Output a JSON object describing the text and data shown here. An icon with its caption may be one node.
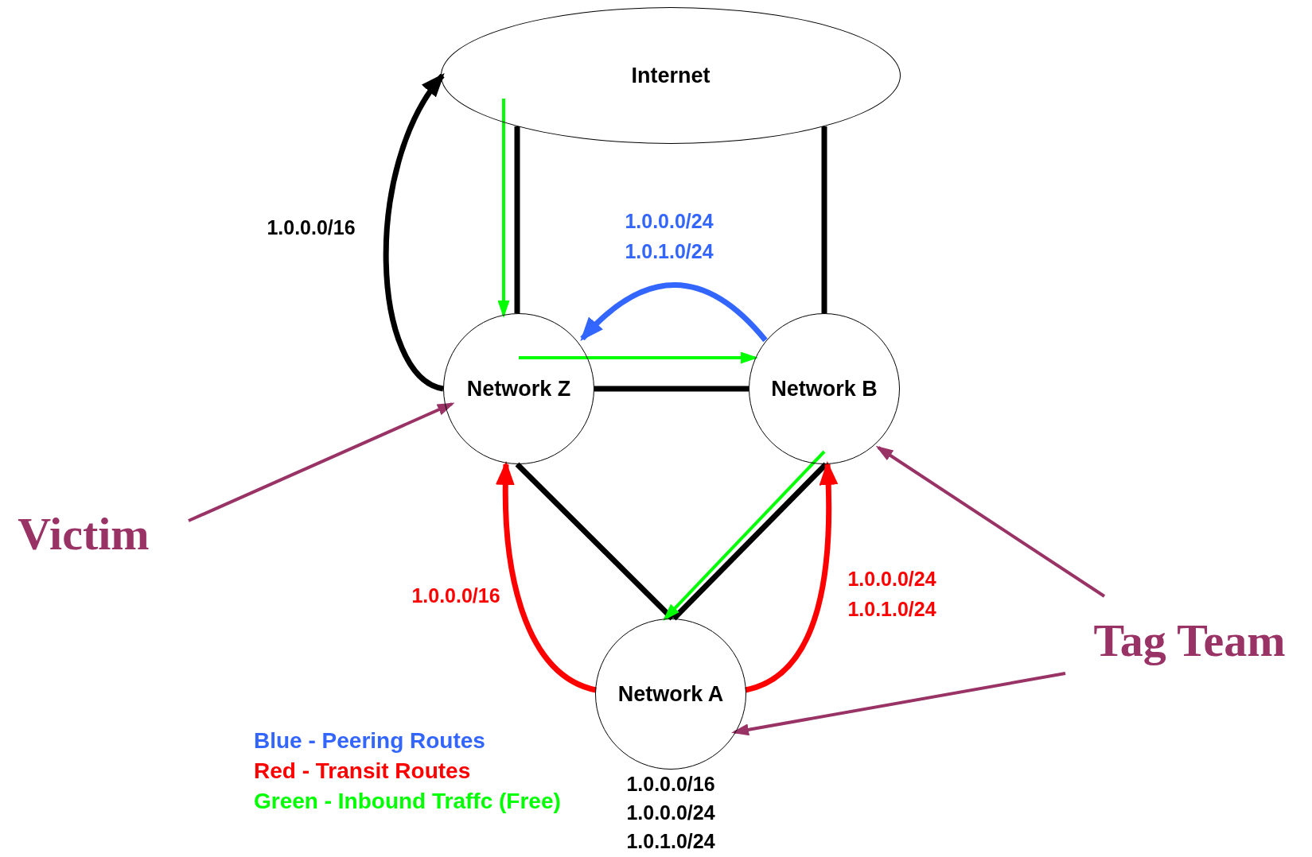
{
  "diagram": {
    "nodes": [
      {
        "text": [
          "Internet"
        ]
      },
      {
        "text": [
          "Network Z"
        ]
      },
      {
        "text": [
          "Network B"
        ]
      },
      {
        "text": [
          "Network A"
        ],
        "beside": [
          "1.0.0.0/16",
          "1.0.0.0/24",
          "1.0.1.0/24"
        ]
      },
      {
        "text": [
          "Victim"
        ]
      },
      {
        "text": [
          "Tag Team"
        ]
      }
    ],
    "edges": [
      {
        "from": 0,
        "to": 1,
        "arrow": "none"
      },
      {
        "from": 0,
        "to": 2,
        "arrow": "none"
      },
      {
        "from": 1,
        "to": 2,
        "arrow": "none"
      },
      {
        "from": 1,
        "to": 3,
        "arrow": "none"
      },
      {
        "from": 2,
        "to": 3,
        "arrow": "none"
      },
      {
        "from": 1,
        "to": 0,
        "arrow": "to",
        "label": "1.0.0.0/16"
      },
      {
        "from": 2,
        "to": 1,
        "arrow": "to",
        "color": "#3366ff",
        "label": "1.0.0.0/24 1.0.1.0/24"
      },
      {
        "from": 3,
        "to": 1,
        "arrow": "to",
        "color": "#ff0000",
        "label": "1.0.0.0/16"
      },
      {
        "from": 3,
        "to": 2,
        "arrow": "to",
        "color": "#ff0000",
        "label": "1.0.0.0/24 1.0.1.0/24"
      },
      {
        "from": 0,
        "to": 1,
        "arrow": "to",
        "color": "#00ff00"
      },
      {
        "from": 1,
        "to": 2,
        "arrow": "to",
        "color": "#00ff00"
      },
      {
        "from": 2,
        "to": 3,
        "arrow": "to",
        "color": "#00ff00"
      },
      {
        "from": 4,
        "to": 1,
        "arrow": "to",
        "color": "#993366"
      },
      {
        "from": 5,
        "to": 2,
        "arrow": "to",
        "color": "#993366"
      },
      {
        "from": 5,
        "to": 3,
        "arrow": "to",
        "color": "#993366"
      }
    ],
    "legend": [
      {
        "text": "Blue - Peering Routes",
        "color": "#3366ff"
      },
      {
        "text": "Red - Transit Routes",
        "color": "#ff0000"
      },
      {
        "text": "Green - Inbound Traffc (Free)",
        "color": "#00ff00"
      }
    ]
  }
}
